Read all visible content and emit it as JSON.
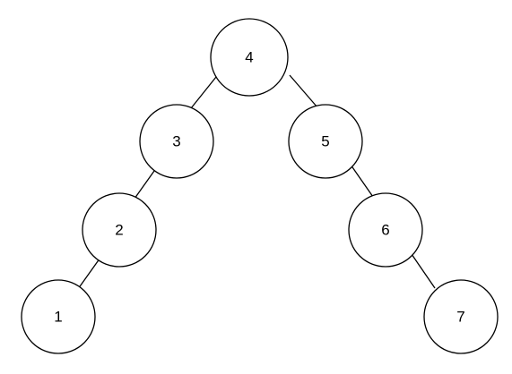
{
  "tree": {
    "nodes": [
      {
        "id": "n4",
        "label": "4"
      },
      {
        "id": "n3",
        "label": "3"
      },
      {
        "id": "n5",
        "label": "5"
      },
      {
        "id": "n2",
        "label": "2"
      },
      {
        "id": "n6",
        "label": "6"
      },
      {
        "id": "n1",
        "label": "1"
      },
      {
        "id": "n7",
        "label": "7"
      }
    ],
    "edges": [
      {
        "from": "n4",
        "to": "n3"
      },
      {
        "from": "n4",
        "to": "n5"
      },
      {
        "from": "n3",
        "to": "n2"
      },
      {
        "from": "n2",
        "to": "n1"
      },
      {
        "from": "n5",
        "to": "n6"
      },
      {
        "from": "n6",
        "to": "n7"
      }
    ]
  }
}
